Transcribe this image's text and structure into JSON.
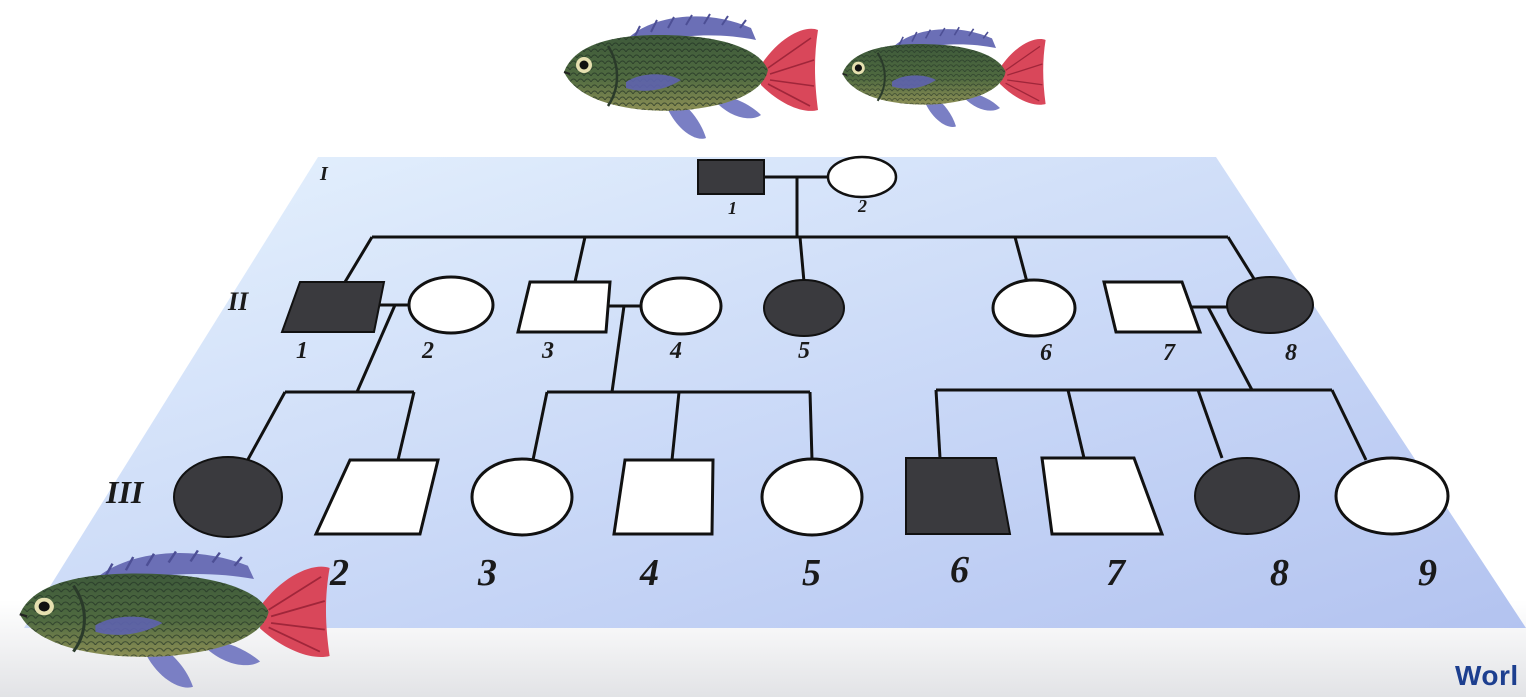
{
  "generations": [
    "I",
    "II",
    "III"
  ],
  "gen1": [
    "1",
    "2"
  ],
  "gen2": [
    "1",
    "2",
    "3",
    "4",
    "5",
    "6",
    "7",
    "8"
  ],
  "gen3": [
    "2",
    "3",
    "4",
    "5",
    "6",
    "7",
    "8",
    "9"
  ],
  "brand_text": "Worl",
  "colors": {
    "plane_light": "#e4f0fc",
    "plane_dark": "#b8c8f2",
    "affected": "#3a3a3e",
    "unaffected": "#ffffff",
    "brand": "#1d3f8f"
  },
  "icons": [
    "tilapia-fish-icon"
  ]
}
